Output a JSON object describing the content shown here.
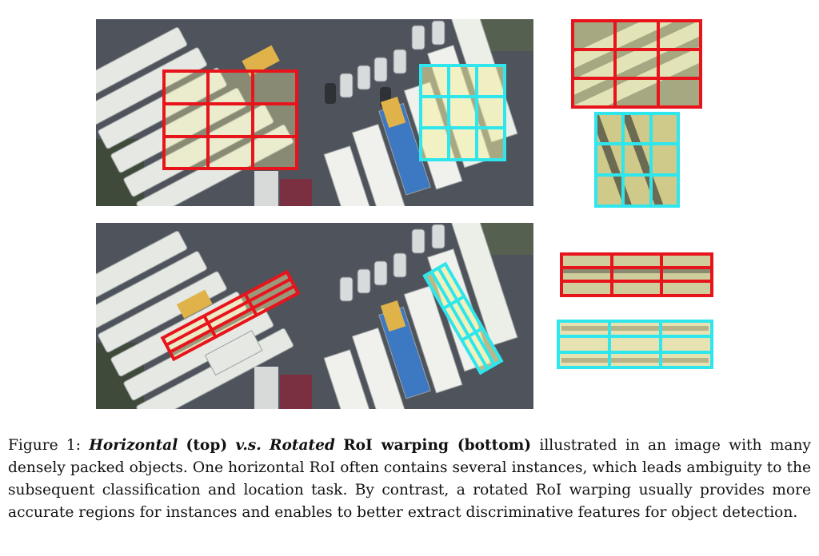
{
  "figure": {
    "caption": {
      "label": "Figure 1:",
      "horizontal": "Horizontal",
      "top": "(top)",
      "vs": "v.s.",
      "rotated": "Rotated",
      "roi_warping": "RoI warping (bottom)",
      "body": "illustrated in an image with many densely packed objects. One horizontal RoI often contains several instances, which leads ambiguity to the subsequent classification and location task. By contrast, a rotated RoI warping usually provides more accurate regions for instances and enables to better extract discriminative features for object detection."
    }
  },
  "colors": {
    "horizontal_roi": "#e8141c",
    "rotated_roi": "#2ee6ec",
    "asphalt": "#4d5159",
    "bus_white": "#eef0ea",
    "highlight": "#f3f0a2"
  }
}
